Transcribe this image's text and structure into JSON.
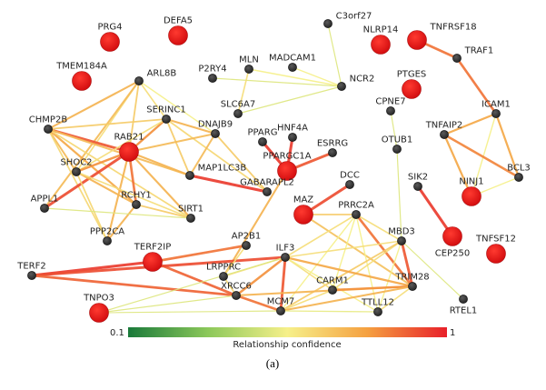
{
  "caption": "(a)",
  "scale": {
    "min_label": "0.1",
    "max_label": "1",
    "title": "Relationship confidence",
    "min": 0.1,
    "max": 1,
    "colors": [
      "#1a7a3a",
      "#8cc85a",
      "#f6f08a",
      "#f5a040",
      "#e8202a"
    ]
  },
  "nodes": [
    {
      "id": "PRG4",
      "big": true
    },
    {
      "id": "DEFA5",
      "big": true
    },
    {
      "id": "C3orf27",
      "big": false
    },
    {
      "id": "NLRP14",
      "big": true
    },
    {
      "id": "TNFRSF18",
      "big": true
    },
    {
      "id": "TRAF1",
      "big": false
    },
    {
      "id": "TMEM184A",
      "big": true
    },
    {
      "id": "ARL8B",
      "big": false
    },
    {
      "id": "P2RY4",
      "big": false
    },
    {
      "id": "MLN",
      "big": false
    },
    {
      "id": "MADCAM1",
      "big": false
    },
    {
      "id": "NCR2",
      "big": false
    },
    {
      "id": "PTGES",
      "big": true
    },
    {
      "id": "CPNE7",
      "big": false
    },
    {
      "id": "ICAM1",
      "big": false
    },
    {
      "id": "CHMP2B",
      "big": false
    },
    {
      "id": "SERINC1",
      "big": false
    },
    {
      "id": "DNAJB9",
      "big": false
    },
    {
      "id": "SLC6A7",
      "big": false
    },
    {
      "id": "PPARG",
      "big": false
    },
    {
      "id": "HNF4A",
      "big": false
    },
    {
      "id": "ESRRG",
      "big": false
    },
    {
      "id": "RAB21",
      "big": true
    },
    {
      "id": "PPARGC1A",
      "big": true
    },
    {
      "id": "OTUB1",
      "big": false
    },
    {
      "id": "TNFAIP2",
      "big": false
    },
    {
      "id": "SHOC2",
      "big": false
    },
    {
      "id": "MAP1LC3B",
      "big": false
    },
    {
      "id": "GABARAPL2",
      "big": false
    },
    {
      "id": "DCC",
      "big": false
    },
    {
      "id": "SIK2",
      "big": false
    },
    {
      "id": "NINJ1",
      "big": true
    },
    {
      "id": "BCL3",
      "big": false
    },
    {
      "id": "RCHY1",
      "big": false
    },
    {
      "id": "APPL1",
      "big": false
    },
    {
      "id": "SIRT1",
      "big": false
    },
    {
      "id": "MAZ",
      "big": true
    },
    {
      "id": "PRRC2A",
      "big": false
    },
    {
      "id": "CEP250",
      "big": true
    },
    {
      "id": "PPP2CA",
      "big": false
    },
    {
      "id": "MBD3",
      "big": false
    },
    {
      "id": "AP2B1",
      "big": false
    },
    {
      "id": "TNFSF12",
      "big": true
    },
    {
      "id": "TERF2IP",
      "big": true
    },
    {
      "id": "ILF3",
      "big": false
    },
    {
      "id": "TERF2",
      "big": false
    },
    {
      "id": "LRPPRC",
      "big": false
    },
    {
      "id": "XRCC6",
      "big": false
    },
    {
      "id": "CARM1",
      "big": false
    },
    {
      "id": "TRIM28",
      "big": false
    },
    {
      "id": "RTEL1",
      "big": false
    },
    {
      "id": "TNPO3",
      "big": true
    },
    {
      "id": "MCM7",
      "big": false
    },
    {
      "id": "TTLL12",
      "big": false
    }
  ],
  "edges": [
    [
      "TNFRSF18",
      "TRAF1",
      0.85
    ],
    [
      "TRAF1",
      "ICAM1",
      0.85
    ],
    [
      "ICAM1",
      "TNFAIP2",
      0.75
    ],
    [
      "ICAM1",
      "NINJ1",
      0.55
    ],
    [
      "ICAM1",
      "BCL3",
      0.75
    ],
    [
      "TNFAIP2",
      "NINJ1",
      0.75
    ],
    [
      "TNFAIP2",
      "BCL3",
      0.82
    ],
    [
      "NINJ1",
      "BCL3",
      0.55
    ],
    [
      "SIK2",
      "CEP250",
      0.95
    ],
    [
      "C3orf27",
      "NCR2",
      0.5
    ],
    [
      "MADCAM1",
      "NCR2",
      0.55
    ],
    [
      "P2RY4",
      "NCR2",
      0.5
    ],
    [
      "MLN",
      "NCR2",
      0.55
    ],
    [
      "MLN",
      "SLC6A7",
      0.6
    ],
    [
      "SLC6A7",
      "NCR2",
      0.5
    ],
    [
      "PPARG",
      "PPARGC1A",
      0.95
    ],
    [
      "HNF4A",
      "PPARGC1A",
      0.95
    ],
    [
      "ESRRG",
      "PPARGC1A",
      0.9
    ],
    [
      "PPARGC1A",
      "LRPPRC",
      0.72
    ],
    [
      "CPNE7",
      "OTUB1",
      0.5
    ],
    [
      "OTUB1",
      "MBD3",
      0.5
    ],
    [
      "ARL8B",
      "CHMP2B",
      0.72
    ],
    [
      "ARL8B",
      "RAB21",
      0.65
    ],
    [
      "ARL8B",
      "SERINC1",
      0.6
    ],
    [
      "ARL8B",
      "DNAJB9",
      0.55
    ],
    [
      "ARL8B",
      "SHOC2",
      0.6
    ],
    [
      "ARL8B",
      "APPL1",
      0.7
    ],
    [
      "CHMP2B",
      "RAB21",
      0.9
    ],
    [
      "CHMP2B",
      "SHOC2",
      0.7
    ],
    [
      "CHMP2B",
      "RCHY1",
      0.75
    ],
    [
      "CHMP2B",
      "SIRT1",
      0.62
    ],
    [
      "CHMP2B",
      "PPP2CA",
      0.62
    ],
    [
      "CHMP2B",
      "MAP1LC3B",
      0.7
    ],
    [
      "CHMP2B",
      "SERINC1",
      0.65
    ],
    [
      "SERINC1",
      "RAB21",
      0.8
    ],
    [
      "SERINC1",
      "DNAJB9",
      0.72
    ],
    [
      "SERINC1",
      "MAP1LC3B",
      0.65
    ],
    [
      "SERINC1",
      "SHOC2",
      0.6
    ],
    [
      "SERINC1",
      "GABARAPL2",
      0.62
    ],
    [
      "DNAJB9",
      "RAB21",
      0.7
    ],
    [
      "DNAJB9",
      "MAP1LC3B",
      0.7
    ],
    [
      "DNAJB9",
      "GABARAPL2",
      0.65
    ],
    [
      "RAB21",
      "SHOC2",
      0.8
    ],
    [
      "RAB21",
      "MAP1LC3B",
      0.72
    ],
    [
      "RAB21",
      "RCHY1",
      0.85
    ],
    [
      "RAB21",
      "PPP2CA",
      0.72
    ],
    [
      "RAB21",
      "APPL1",
      0.92
    ],
    [
      "RAB21",
      "SIRT1",
      0.72
    ],
    [
      "SHOC2",
      "PPP2CA",
      0.62
    ],
    [
      "SHOC2",
      "RCHY1",
      0.72
    ],
    [
      "SHOC2",
      "SIRT1",
      0.6
    ],
    [
      "MAP1LC3B",
      "GABARAPL2",
      0.95
    ],
    [
      "RCHY1",
      "SIRT1",
      0.65
    ],
    [
      "RCHY1",
      "PPP2CA",
      0.72
    ],
    [
      "APPL1",
      "SIRT1",
      0.5
    ],
    [
      "MAZ",
      "DCC",
      0.92
    ],
    [
      "MAZ",
      "PRRC2A",
      0.65
    ],
    [
      "MAZ",
      "TRIM28",
      0.68
    ],
    [
      "PRRC2A",
      "MBD3",
      0.6
    ],
    [
      "PRRC2A",
      "TRIM28",
      0.85
    ],
    [
      "PRRC2A",
      "ILF3",
      0.6
    ],
    [
      "PRRC2A",
      "CARM1",
      0.55
    ],
    [
      "PRRC2A",
      "TTLL12",
      0.55
    ],
    [
      "PRRC2A",
      "MCM7",
      0.55
    ],
    [
      "MBD3",
      "TRIM28",
      0.9
    ],
    [
      "MBD3",
      "RTEL1",
      0.5
    ],
    [
      "MBD3",
      "CARM1",
      0.6
    ],
    [
      "MBD3",
      "MCM7",
      0.65
    ],
    [
      "MBD3",
      "TTLL12",
      0.55
    ],
    [
      "MBD3",
      "ILF3",
      0.6
    ],
    [
      "TERF2IP",
      "TERF2",
      0.95
    ],
    [
      "TERF2IP",
      "AP2B1",
      0.85
    ],
    [
      "TERF2IP",
      "XRCC6",
      0.88
    ],
    [
      "TERF2",
      "ILF3",
      0.92
    ],
    [
      "TERF2",
      "XRCC6",
      0.88
    ],
    [
      "AP2B1",
      "LRPPRC",
      0.6
    ],
    [
      "ILF3",
      "XRCC6",
      0.8
    ],
    [
      "ILF3",
      "MCM7",
      0.9
    ],
    [
      "ILF3",
      "CARM1",
      0.6
    ],
    [
      "ILF3",
      "TRIM28",
      0.75
    ],
    [
      "ILF3",
      "LRPPRC",
      0.6
    ],
    [
      "ILF3",
      "TNPO3",
      0.5
    ],
    [
      "ILF3",
      "TTLL12",
      0.55
    ],
    [
      "LRPPRC",
      "XRCC6",
      0.62
    ],
    [
      "XRCC6",
      "MCM7",
      0.85
    ],
    [
      "XRCC6",
      "TRIM28",
      0.72
    ],
    [
      "CARM1",
      "TRIM28",
      0.8
    ],
    [
      "CARM1",
      "MCM7",
      0.6
    ],
    [
      "TRIM28",
      "MCM7",
      0.72
    ],
    [
      "TRIM28",
      "TTLL12",
      0.6
    ],
    [
      "MCM7",
      "TTLL12",
      0.52
    ],
    [
      "TNPO3",
      "MCM7",
      0.5
    ],
    [
      "TNPO3",
      "XRCC6",
      0.5
    ]
  ]
}
